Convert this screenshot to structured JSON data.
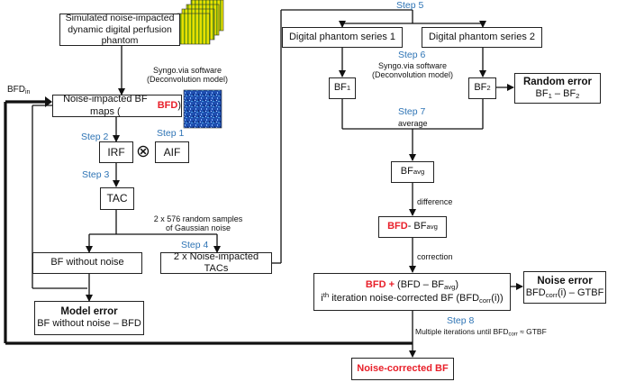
{
  "nodes": {
    "phantom": {
      "l1": "Simulated noise-impacted",
      "l2": "dynamic digital perfusion",
      "l3": "phantom"
    },
    "bfmaps": {
      "pre": "Noise-impacted BF maps (",
      "bfd": "BFD",
      "post": ")"
    },
    "irf": "IRF",
    "aif": "AIF",
    "conv": "⊗",
    "tac": "TAC",
    "bf_noise": "BF without noise",
    "noisy_tacs": "2 x Noise-impacted TACs",
    "model_error": {
      "title": "Model error",
      "expr": "BF without noise – BFD"
    },
    "series1": "Digital phantom series 1",
    "series2": "Digital phantom series 2",
    "bf1": {
      "base": "BF",
      "sub": "1"
    },
    "bf2": {
      "base": "BF",
      "sub": "2"
    },
    "random_error": {
      "title": "Random error",
      "base1": "BF",
      "sub1": "1",
      "minus": " – ",
      "base2": "BF",
      "sub2": "2"
    },
    "bfavg": {
      "base": "BF",
      "sub": "avg"
    },
    "bfd_minus": {
      "bfd": "BFD",
      "mid": " - BF",
      "sub": "avg"
    },
    "correction": {
      "bfd": "BFD +",
      "pre": " (BFD – BF",
      "sub": "avg",
      "post": ")",
      "l2_i": "i",
      "l2_sup": "th",
      "l2_mid": " iteration noise-corrected BF (BFD",
      "l2_sub": "corr",
      "l2_end": "(i))"
    },
    "noise_error": {
      "title": "Noise error",
      "base": "BFD",
      "sub": "corr",
      "end": "(i) – GTBF"
    },
    "final": "Noise-corrected BF"
  },
  "labels": {
    "syngo_left": {
      "l1": "Syngo.via software",
      "l2": "(Deconvolution model)"
    },
    "syngo_right": {
      "l1": "Syngo.via software",
      "l2": "(Deconvolution model)"
    },
    "random_samples": {
      "l1": "2 x 576 random samples",
      "l2": "of Gaussian noise"
    },
    "average": "average",
    "difference": "difference",
    "correction": "correction",
    "iterations": {
      "pre": "Multiple iterations until BFD",
      "sub": "corr",
      "post": " ≈ GTBF"
    },
    "bfd_in": {
      "base": "BFD",
      "sub": "in"
    }
  },
  "steps": {
    "s1": "Step 1",
    "s2": "Step 2",
    "s3": "Step 3",
    "s4": "Step 4",
    "s5": "Step 5",
    "s6": "Step 6",
    "s7": "Step 7",
    "s8": "Step 8"
  },
  "colors": {
    "step": "#2e74b5",
    "highlight": "#e8202a",
    "line": "#111111",
    "phantom_yellow": "#e6e000",
    "map_blue": "#1f4fb0"
  }
}
